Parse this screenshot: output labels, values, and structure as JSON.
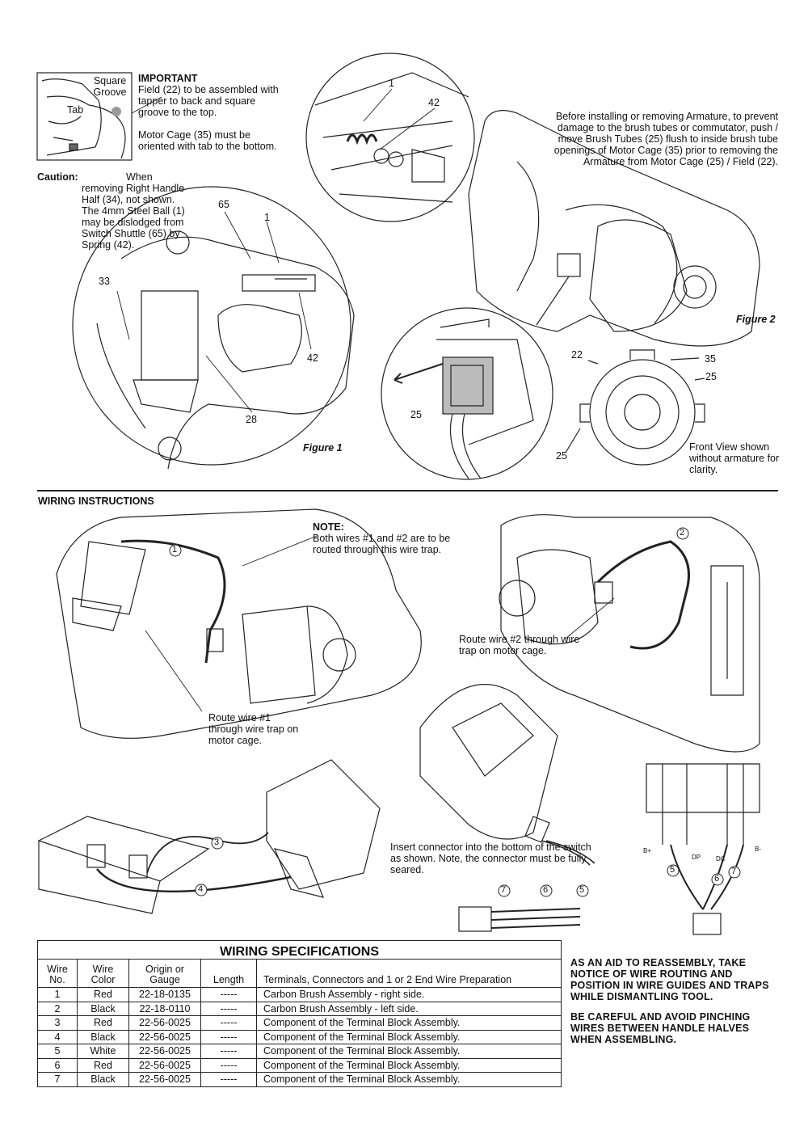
{
  "inset": {
    "square_groove": "Square\nGroove",
    "tab": "Tab"
  },
  "important": {
    "heading": "IMPORTANT",
    "field_note": "Field (22) to be assembled with tapper to back and square groove to the top.",
    "motor_cage_note": "Motor Cage (35) must be oriented with tab to the bottom."
  },
  "caution": {
    "label": "Caution:",
    "text": "When removing Right Handle Half (34), not shown. The 4mm Steel Ball (1) may be dislodged from Switch Shuttle (65) by Spring (42)."
  },
  "armature_note": "Before installing or removing Armature, to prevent damage to the brush tubes or commutator, push / move Brush Tubes (25) flush to inside brush tube openings of Motor Cage (35) prior to removing the Armature from Motor Cage (25) / Field (22).",
  "figure1": {
    "caption": "Figure 1",
    "callouts": {
      "c65": "65",
      "c1": "1",
      "c33": "33",
      "c42": "42",
      "c28": "28",
      "top1": "1",
      "top42": "42"
    }
  },
  "figure2": {
    "caption": "Figure 2",
    "callouts": {
      "c25a": "25",
      "c22": "22",
      "c35": "35",
      "c25b": "25",
      "c25c": "25"
    },
    "front_view_note": "Front View shown without armature for clarity."
  },
  "wiring": {
    "heading": "WIRING INSTRUCTIONS",
    "note_heading": "NOTE:",
    "note_text": "Both wires #1 and #2 are to be routed through this wire trap.",
    "route_wire1": "Route wire #1 through wire trap on motor cage.",
    "route_wire2": "Route wire #2 through wire trap on motor cage.",
    "insert_connector": "Insert connector into the bottom of the switch as shown. Note, the connector must be fully seared.",
    "wire_nums": {
      "w1": "1",
      "w2": "2",
      "w3": "3",
      "w4": "4",
      "w5": "5",
      "w6": "6",
      "w7": "7",
      "c5": "5",
      "c6": "6",
      "c7": "7"
    },
    "terminal_labels": {
      "bplus": "B+",
      "dp": "DP",
      "dc": "DC",
      "bminus": "B-"
    }
  },
  "specs": {
    "title": "WIRING SPECIFICATIONS",
    "headers": {
      "wire_no": "Wire\nNo.",
      "wire_color": "Wire\nColor",
      "origin": "Origin or\nGauge",
      "length": "Length",
      "terminals": "Terminals, Connectors and 1 or 2 End Wire Preparation"
    },
    "rows": [
      {
        "no": "1",
        "color": "Red",
        "origin": "22-18-0135",
        "length": "-----",
        "desc": "Carbon Brush Assembly - right side."
      },
      {
        "no": "2",
        "color": "Black",
        "origin": "22-18-0110",
        "length": "-----",
        "desc": "Carbon Brush Assembly - left side."
      },
      {
        "no": "3",
        "color": "Red",
        "origin": "22-56-0025",
        "length": "-----",
        "desc": "Component of the Terminal Block Assembly."
      },
      {
        "no": "4",
        "color": "Black",
        "origin": "22-56-0025",
        "length": "-----",
        "desc": "Component of the Terminal Block Assembly."
      },
      {
        "no": "5",
        "color": "White",
        "origin": "22-56-0025",
        "length": "-----",
        "desc": "Component of the Terminal Block Assembly."
      },
      {
        "no": "6",
        "color": "Red",
        "origin": "22-56-0025",
        "length": "-----",
        "desc": "Component of the Terminal Block Assembly."
      },
      {
        "no": "7",
        "color": "Black",
        "origin": "22-56-0025",
        "length": "-----",
        "desc": "Component of the Terminal Block Assembly."
      }
    ]
  },
  "reassembly_note_1": "AS AN AID TO REASSEMBLY, TAKE NOTICE OF WIRE ROUTING AND POSITION IN WIRE GUIDES AND TRAPS WHILE DISMANTLING TOOL.",
  "reassembly_note_2": "BE CAREFUL AND AVOID PINCHING WIRES BETWEEN HANDLE HALVES WHEN ASSEMBLING."
}
